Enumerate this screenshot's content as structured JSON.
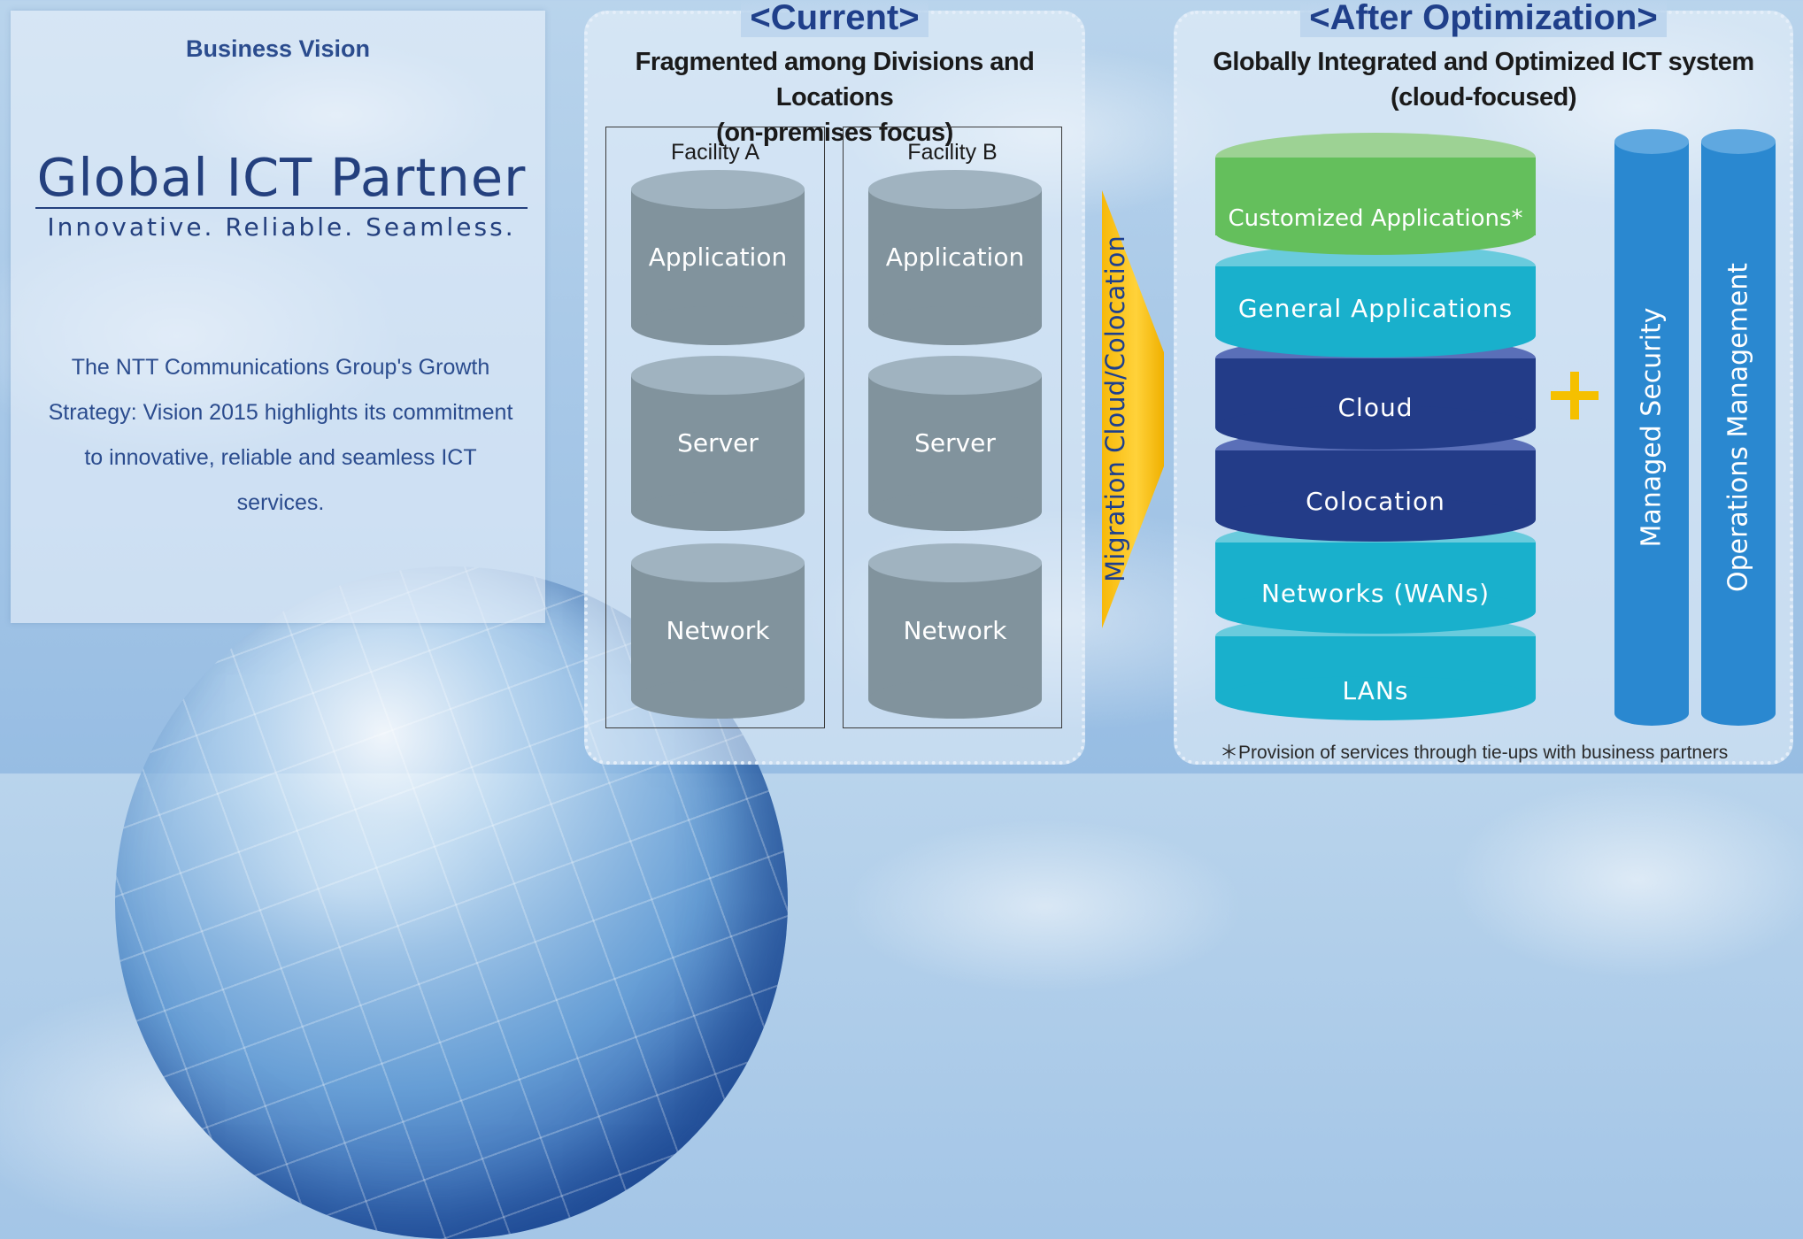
{
  "vision": {
    "label": "Business Vision",
    "title": "Global ICT Partner",
    "tagline": "Innovative. Reliable. Seamless.",
    "description": "The NTT Communications Group's Growth Strategy: Vision 2015 highlights its commitment to innovative, reliable and seamless ICT services."
  },
  "current": {
    "heading": "<Current>",
    "subtitle_line1": "Fragmented among Divisions and Locations",
    "subtitle_line2": "(on-premises focus)",
    "facilities": [
      {
        "name": "Facility A",
        "layers": [
          "Application",
          "Server",
          "Network"
        ]
      },
      {
        "name": "Facility B",
        "layers": [
          "Application",
          "Server",
          "Network"
        ]
      }
    ]
  },
  "migration": {
    "label": "Migration Cloud/Colocation"
  },
  "after": {
    "heading": "<After Optimization>",
    "subtitle_line1": "Globally Integrated and Optimized ICT system",
    "subtitle_line2": "(cloud-focused)",
    "layers": [
      {
        "label": "Customized Applications*",
        "top": "#9dd294",
        "body": "#64bf5c"
      },
      {
        "label": "General Applications",
        "top": "#69cbdd",
        "body": "#19b0cc"
      },
      {
        "label": "Cloud",
        "top": "#5a6fb8",
        "body": "#233c88"
      },
      {
        "label": "Colocation",
        "top": "#5a6fb8",
        "body": "#233c88"
      },
      {
        "label": "Networks (WANs)",
        "top": "#69cbdd",
        "body": "#19b0cc"
      },
      {
        "label": "LANs",
        "top": "#69cbdd",
        "body": "#19b0cc"
      }
    ],
    "pillars": [
      "Managed Security",
      "Operations Management"
    ],
    "footnote": "＊Provision of services through tie-ups with business partners"
  },
  "colors": {
    "accent_yellow": "#f5c000",
    "navy": "#1f3f8a",
    "gray_cylinder": "#81939d",
    "pillar_blue": "#2a88d0"
  }
}
